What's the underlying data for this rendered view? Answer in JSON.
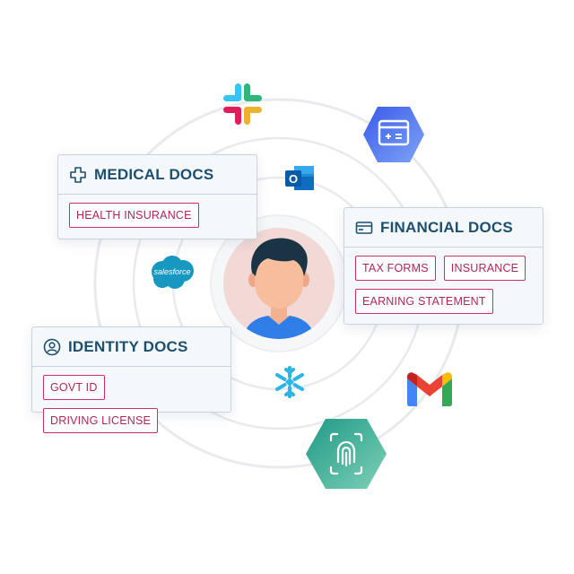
{
  "cards": {
    "medical": {
      "title": "MEDICAL DOCS",
      "tags": [
        "HEALTH INSURANCE"
      ]
    },
    "financial": {
      "title": "FINANCIAL DOCS",
      "tags": [
        "TAX FORMS",
        "INSURANCE",
        "EARNING STATEMENT"
      ]
    },
    "identity": {
      "title": "IDENTITY DOCS",
      "tags": [
        "GOVT ID",
        "DRIVING LICENSE"
      ]
    }
  },
  "logos": {
    "salesforce": "salesforce",
    "outlook_letter": "O"
  },
  "icons": [
    "slack-icon",
    "outlook-icon",
    "salesforce-icon",
    "snowflake-icon",
    "gmail-icon",
    "calculator-card-icon",
    "fingerprint-icon",
    "medical-cross-icon",
    "card-icon",
    "identity-icon"
  ],
  "colors": {
    "title": "#1d4f6e",
    "tag": "#b0245c",
    "card_bg": "#f5f8fb",
    "hex_blue": "#4a6cf0",
    "hex_green": "#2fa58c"
  }
}
